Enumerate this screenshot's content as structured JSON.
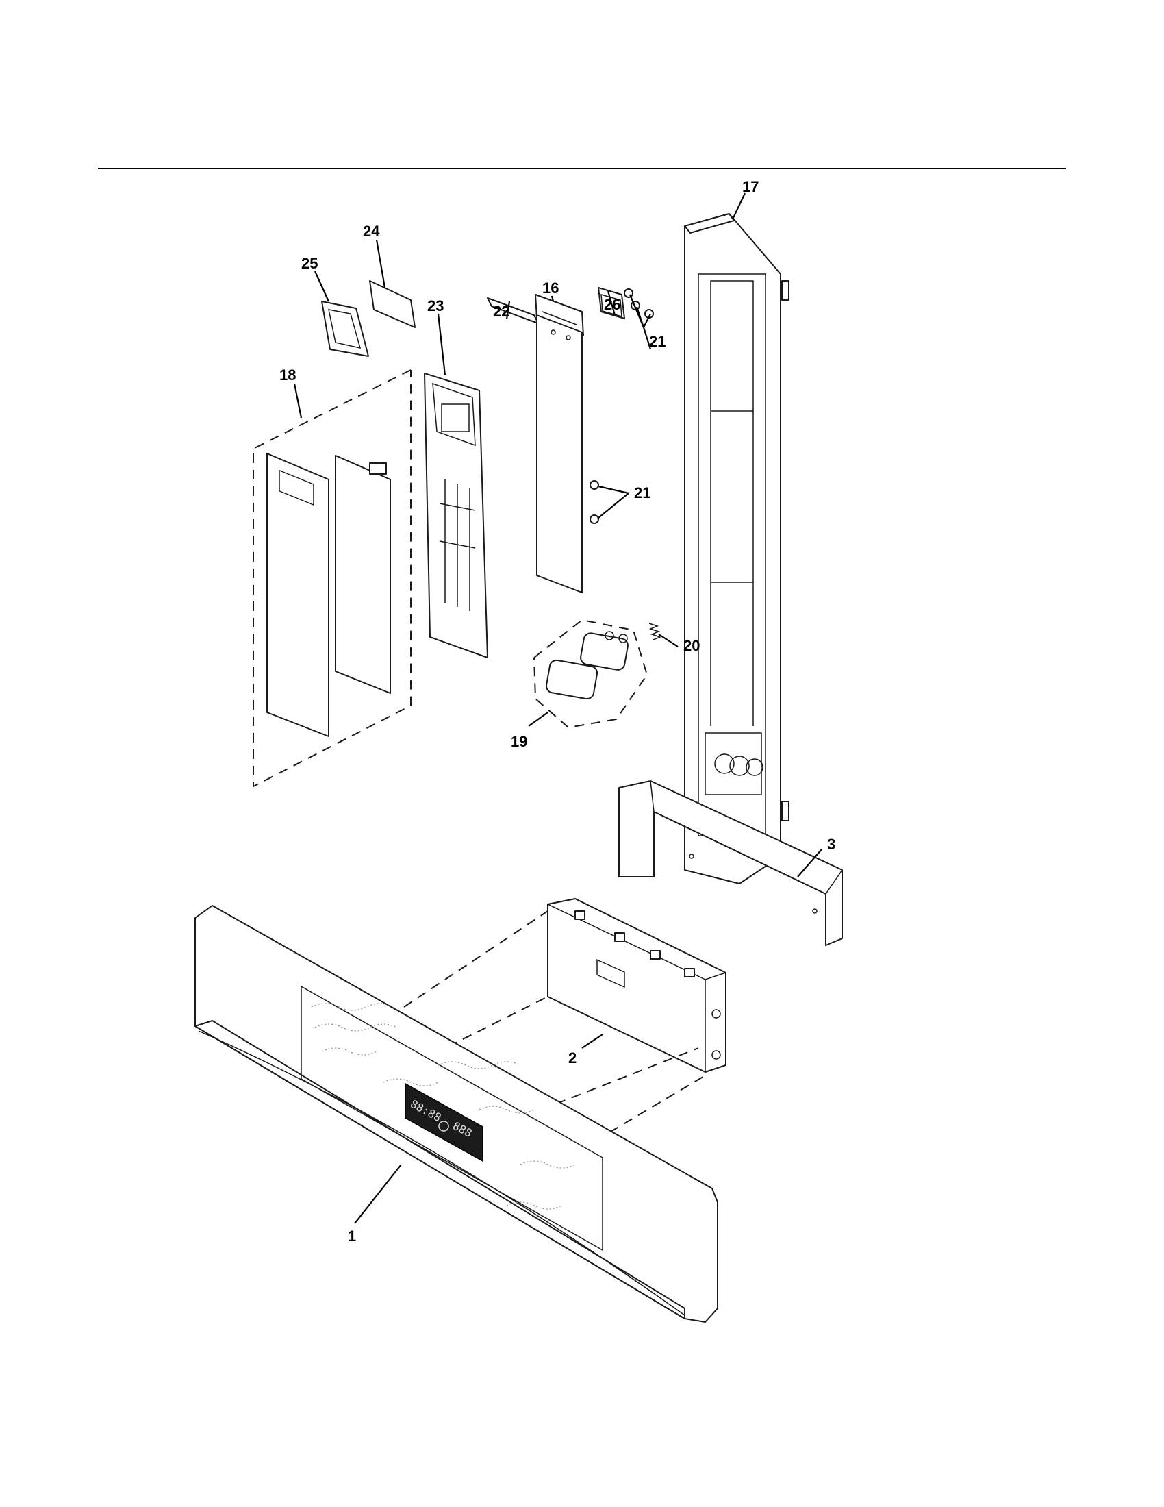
{
  "callouts": [
    {
      "id": "17",
      "text": "17"
    },
    {
      "id": "24",
      "text": "24"
    },
    {
      "id": "25",
      "text": "25"
    },
    {
      "id": "23",
      "text": "23"
    },
    {
      "id": "22",
      "text": "22"
    },
    {
      "id": "16",
      "text": "16"
    },
    {
      "id": "26",
      "text": "26"
    },
    {
      "id": "21a",
      "text": "21"
    },
    {
      "id": "18",
      "text": "18"
    },
    {
      "id": "21b",
      "text": "21"
    },
    {
      "id": "20",
      "text": "20"
    },
    {
      "id": "19",
      "text": "19"
    },
    {
      "id": "3",
      "text": "3"
    },
    {
      "id": "2",
      "text": "2"
    },
    {
      "id": "1",
      "text": "1"
    }
  ],
  "display": {
    "left_digits": "88:88",
    "right_digits": "888"
  }
}
